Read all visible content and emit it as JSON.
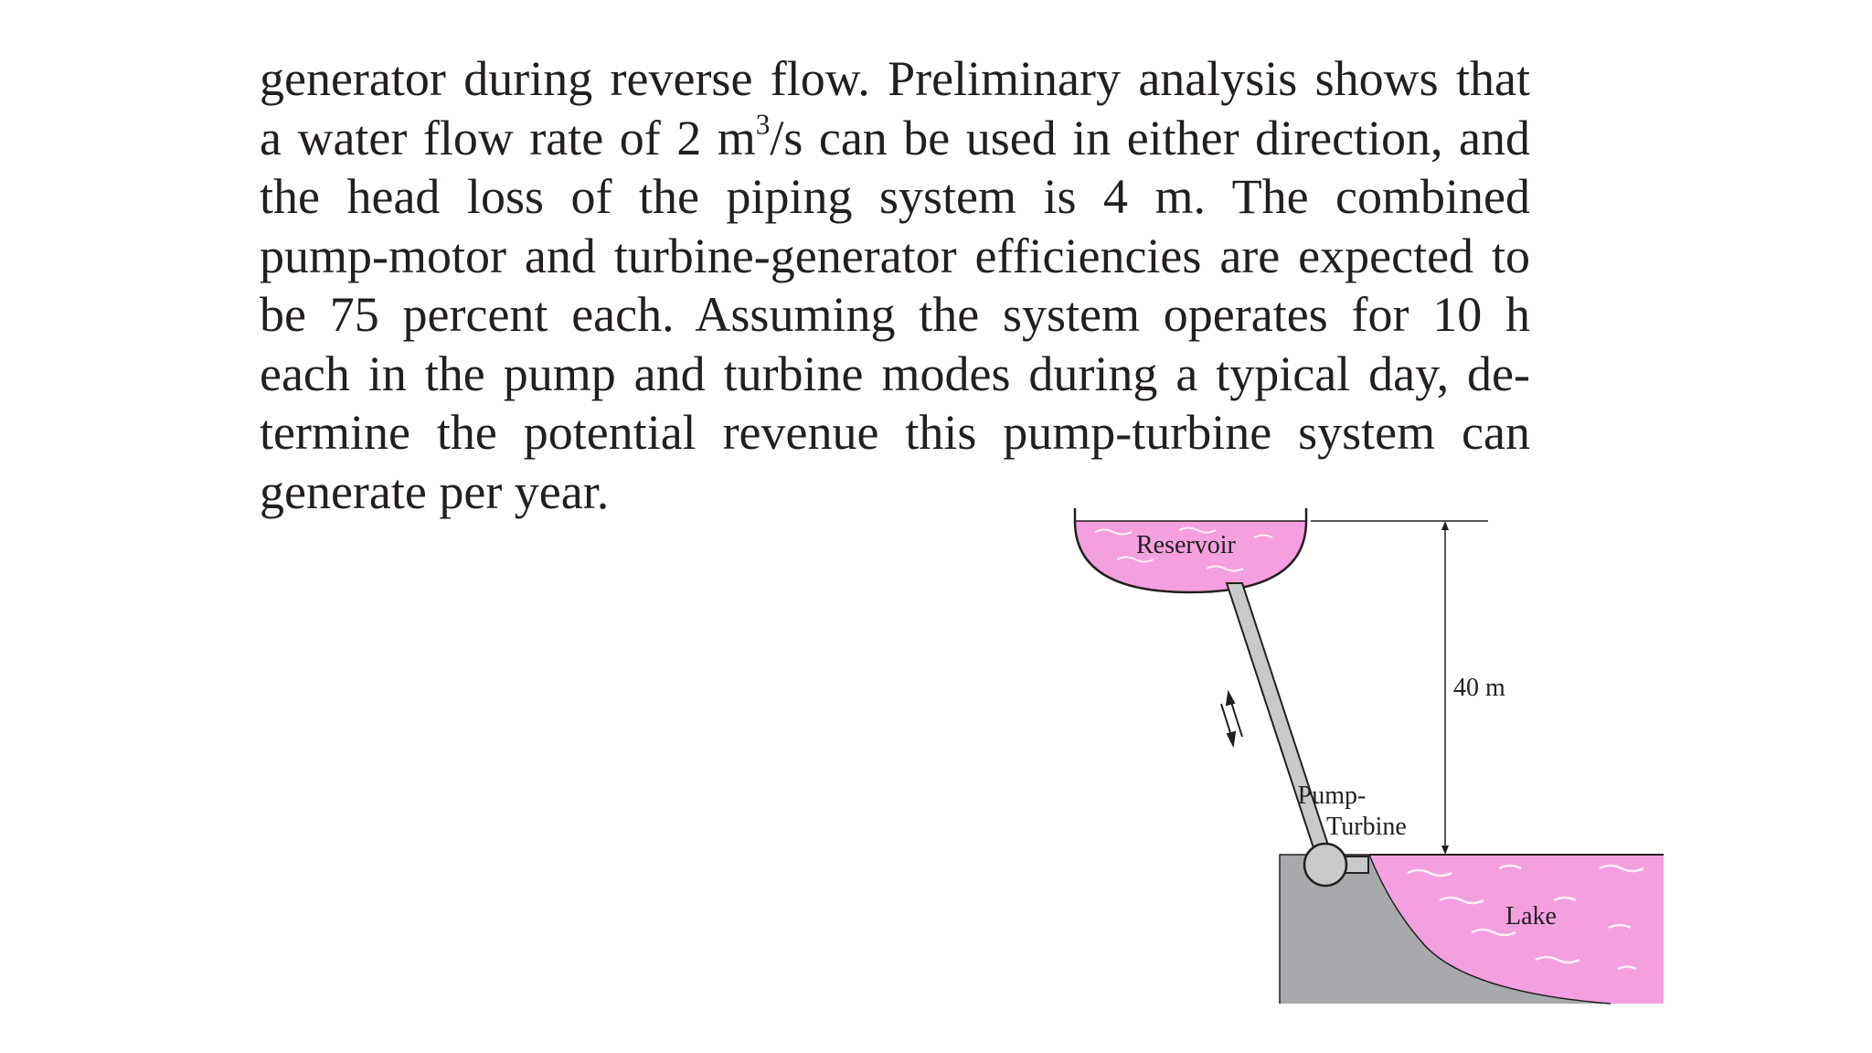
{
  "problem": {
    "lines": [
      "generator during reverse flow. Preliminary analysis shows that",
      "a water flow rate of 2 m",
      "the head loss of the piping system is 4 m. The combined",
      "pump-motor and turbine-generator efficiencies are expected to",
      "be 75 percent each. Assuming the system operates for 10 h",
      "each in the pump and turbine modes during a typical day, de-",
      "termine the potential revenue this pump-turbine system can",
      "generate per year."
    ],
    "line2_sup": "3",
    "line2_rest": "/s can be used in either direction, and"
  },
  "figure": {
    "reservoir_label": "Reservoir",
    "height_label": "40 m",
    "pump_label_line1": "Pump-",
    "pump_label_line2": "Turbine",
    "lake_label": "Lake",
    "colors": {
      "water": "#f4a0e0",
      "ground": "#a7a9ac",
      "pipe": "#c8c9cb",
      "outline": "#231f20"
    }
  }
}
